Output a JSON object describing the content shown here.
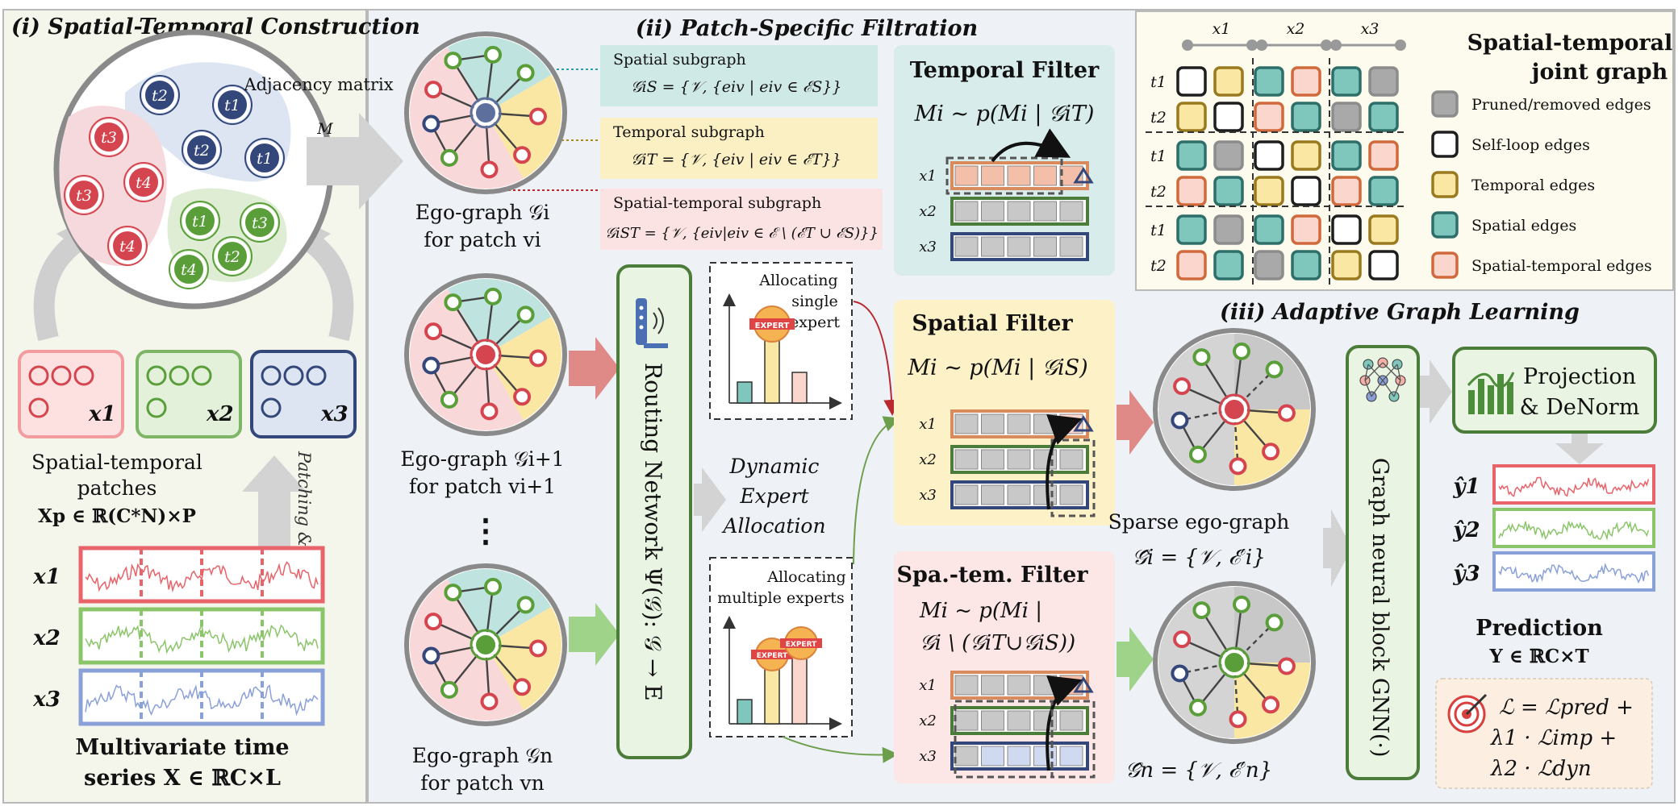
{
  "section1": {
    "title": "(i) Spatial-Temporal Construction",
    "adjacency_label": "Adjacency matrix",
    "adjacency_symbol": "M",
    "patches_label_line1": "Spatial-temporal",
    "patches_label_line2": "patches",
    "patches_formula": "Xp ∈ ℝ(C*N)×P",
    "patching_label": "Patching & Norm",
    "series_label_line1": "Multivariate time",
    "series_label_line2": "series X ∈ ℝC×L",
    "groups": [
      {
        "label": "x1",
        "color": "#d5454f"
      },
      {
        "label": "x2",
        "color": "#5a9e3a"
      },
      {
        "label": "x3",
        "color": "#33477a"
      }
    ],
    "circle_nodes": [
      "t2",
      "t1",
      "t3",
      "t4",
      "t2",
      "t1",
      "t3",
      "t4",
      "t1",
      "t3",
      "t2",
      "t4"
    ]
  },
  "section2": {
    "title": "(ii) Patch-Specific Filtration",
    "spatial_sub_label": "Spatial subgraph",
    "spatial_sub_formula": "𝒢iS = {𝒱, {eiv | eiv ∈ ℰS}}",
    "temporal_sub_label": "Temporal subgraph",
    "temporal_sub_formula": "𝒢iT = {𝒱, {eiv | eiv ∈ ℰT}}",
    "st_sub_label": "Spatial-temporal subgraph",
    "st_sub_formula": "𝒢iST = {𝒱, {eiv|eiv ∈ ℰ \\ (ℰT ∪ ℰS)}}",
    "ego_i_line1": "Ego-graph 𝒢i",
    "ego_i_line2": "for patch vi",
    "ego_i1_line1": "Ego-graph 𝒢i+1",
    "ego_i1_line2": "for patch vi+1",
    "ego_n_line1": "Ego-graph 𝒢n",
    "ego_n_line2": "for patch vn",
    "ellipsis": "⋮",
    "routing_label": "Routing Network Ψ(𝒢): 𝒢 → E",
    "dynamic_line1": "Dynamic",
    "dynamic_line2": "Expert",
    "dynamic_line3": "Allocation",
    "alloc_single_line1": "Allocating",
    "alloc_single_line2": "single",
    "alloc_single_line3": "expert",
    "alloc_multi_line1": "Allocating",
    "alloc_multi_line2": "multiple experts",
    "expert_badge": "EXPERT",
    "temporal_filter_title": "Temporal Filter",
    "temporal_filter_formula": "Mi ~ p(Mi | 𝒢iT)",
    "spatial_filter_title": "Spatial Filter",
    "spatial_filter_formula": "Mi ~ p(Mi | 𝒢iS)",
    "spatem_filter_title": "Spa.-tem. Filter",
    "spatem_filter_formula_line1": "Mi ~ p(Mi |",
    "spatem_filter_formula_line2": "𝒢i \\ (𝒢iT∪𝒢iS))",
    "row_labels": [
      "x1",
      "x2",
      "x3"
    ]
  },
  "legend": {
    "col_labels": [
      "x1",
      "x2",
      "x3"
    ],
    "row_labels": [
      "t1",
      "t2",
      "t1",
      "t2",
      "t1",
      "t2"
    ],
    "title_line1": "Spatial-temporal",
    "title_line2": "joint graph",
    "items": [
      {
        "label": "Pruned/removed edges",
        "fill": "#a9a9a9",
        "stroke": "#8c8c8c"
      },
      {
        "label": "Self-loop edges",
        "fill": "#ffffff",
        "stroke": "#1e1e1e"
      },
      {
        "label": "Temporal edges",
        "fill": "#fbe7a4",
        "stroke": "#9a7a1e"
      },
      {
        "label": "Spatial edges",
        "fill": "#7fc7bd",
        "stroke": "#2f6f6a"
      },
      {
        "label": "Spatial-temporal edges",
        "fill": "#fbd6cc",
        "stroke": "#d06a3c"
      }
    ]
  },
  "section3": {
    "title": "(iii) Adaptive Graph Learning",
    "sparse_label": "Sparse ego-graph",
    "sparse_formula_i": "𝒢̂i = {𝒱, ℰ′i}",
    "sparse_formula_n": "𝒢̂n = {𝒱, ℰ′n}",
    "gnn_label": "Graph neural block GNN(·)",
    "projection_line1": "Projection",
    "projection_line2": "& DeNorm",
    "outputs": [
      {
        "label": "ŷ1",
        "color": "#e8636a"
      },
      {
        "label": "ŷ2",
        "color": "#8bc56a"
      },
      {
        "label": "ŷ3",
        "color": "#8aa0d8"
      }
    ],
    "prediction_label": "Prediction",
    "prediction_formula": "Y ∈ ℝC×T",
    "loss_line1": "ℒ = ℒpred +",
    "loss_line2": "λ1 · ℒimp +",
    "loss_line3": "λ2 · ℒdyn"
  }
}
